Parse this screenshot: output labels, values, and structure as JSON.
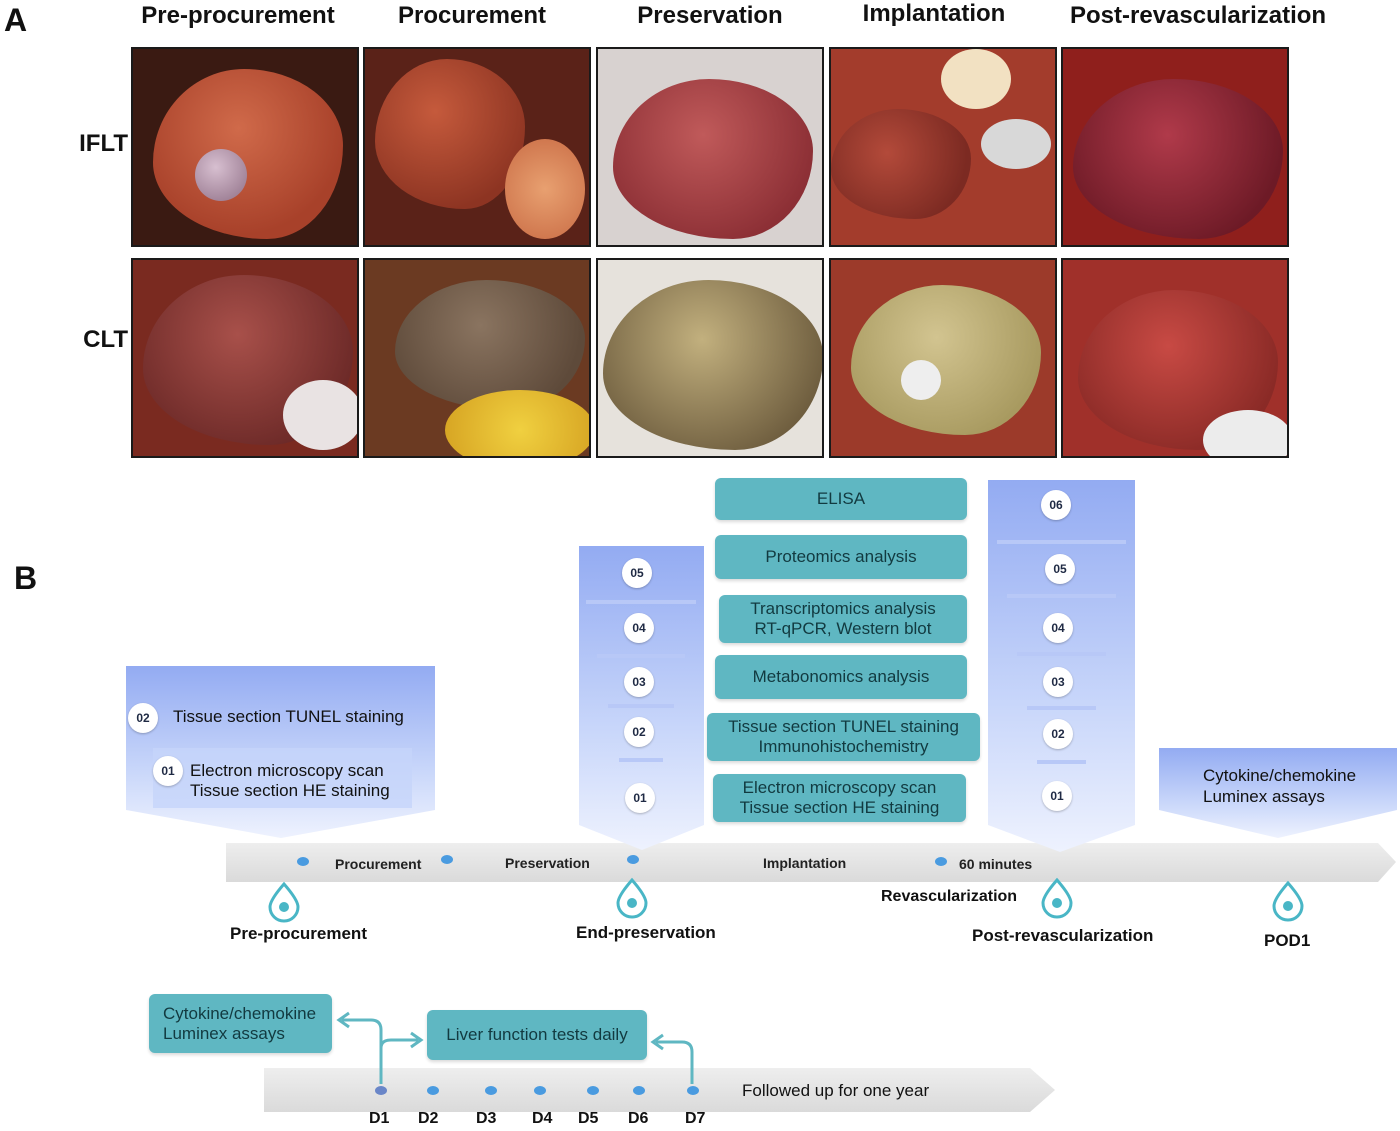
{
  "panel_a": {
    "letter": "A",
    "columns": [
      "Pre-procurement",
      "Procurement",
      "Preservation",
      "Implantation",
      "Post-revascularization"
    ],
    "rows": [
      "IFLT",
      "CLT"
    ]
  },
  "panel_b": {
    "letter": "B",
    "left_box": {
      "badge_02": "02",
      "text_02": "Tissue section TUNEL staining",
      "badge_01": "01",
      "text_01a": "Electron microscopy scan",
      "text_01b": "Tissue section HE staining"
    },
    "center_badges": [
      "05",
      "04",
      "03",
      "02",
      "01"
    ],
    "right_badges": [
      "06",
      "05",
      "04",
      "03",
      "02",
      "01"
    ],
    "assays": {
      "elisa": "ELISA",
      "proteomics": "Proteomics analysis",
      "transcriptomics_a": "Transcriptomics analysis",
      "transcriptomics_b": "RT-qPCR, Western blot",
      "metabonomics": "Metabonomics analysis",
      "tunel_a": "Tissue section TUNEL staining",
      "tunel_b": "Immunohistochemistry",
      "em_a": "Electron microscopy scan",
      "em_b": "Tissue section HE staining"
    },
    "pod1_box": {
      "line1": "Cytokine/chemokine",
      "line2": "Luminex assays"
    },
    "timeline": {
      "procurement": "Procurement",
      "preservation": "Preservation",
      "implantation": "Implantation",
      "sixty_minutes": "60 minutes",
      "revascularization": "Revascularization"
    },
    "milestones": {
      "pre_procurement": "Pre-procurement",
      "end_preservation": "End-preservation",
      "post_revascularization": "Post-revascularization",
      "pod1": "POD1"
    },
    "followup": {
      "cytokine_line1": "Cytokine/chemokine",
      "cytokine_line2": "Luminex assays",
      "liver_tests": "Liver function tests daily",
      "arrow_label": "Followed up for one year",
      "days": [
        "D1",
        "D2",
        "D3",
        "D4",
        "D5",
        "D6",
        "D7"
      ]
    }
  },
  "colors": {
    "teal_box": "#5fb7c2",
    "blue_gradient_top": "#93abf2",
    "timeline_gray": "#e2e2e2",
    "dot_blue": "#4a9be0"
  }
}
